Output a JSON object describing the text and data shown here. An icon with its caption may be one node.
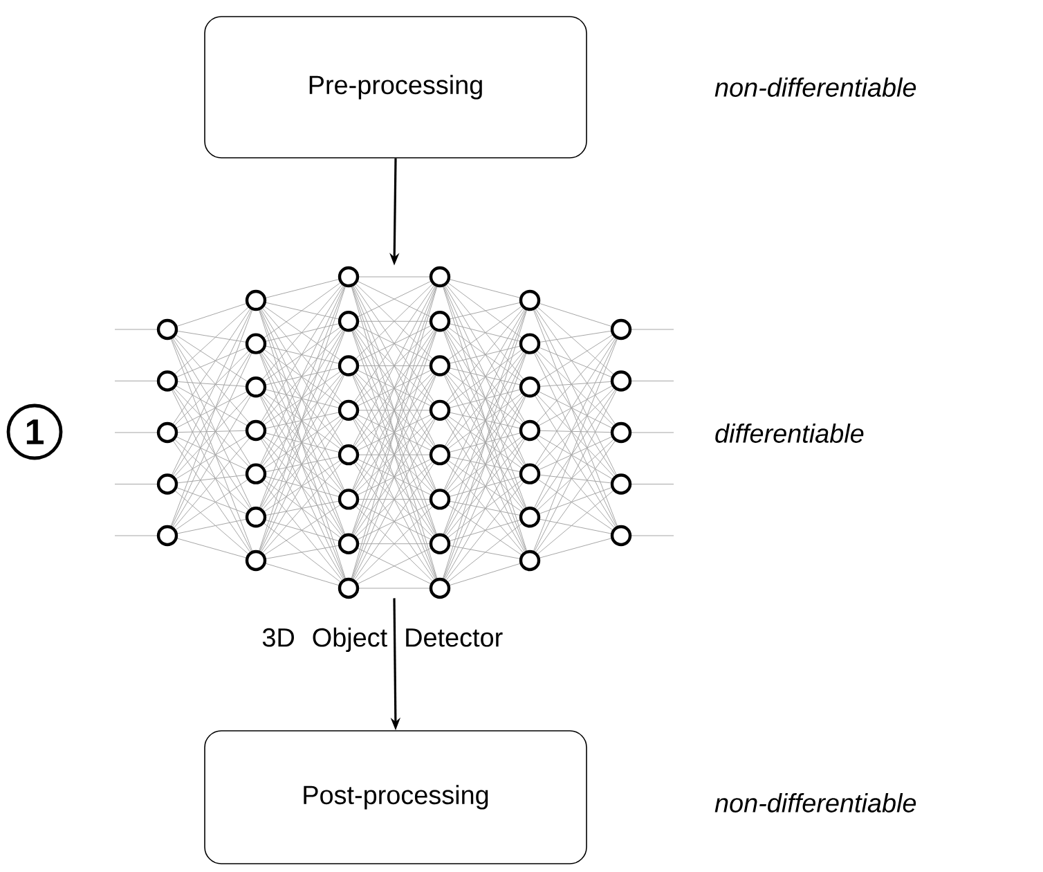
{
  "diagram": {
    "nodes": [
      {
        "text": [
          "Pre-processing"
        ]
      },
      {
        "text": [],
        "shape": "picture",
        "beside": [
          "3D Object Detector"
        ]
      },
      {
        "text": [
          "Post-processing"
        ]
      }
    ],
    "edges": [
      {
        "from": 0,
        "to": 1,
        "arrow": "to"
      },
      {
        "from": 1,
        "to": 2,
        "arrow": "to"
      }
    ],
    "labels": [
      "non-differentiable",
      "1",
      "differentiable",
      "non-differentiable"
    ]
  }
}
